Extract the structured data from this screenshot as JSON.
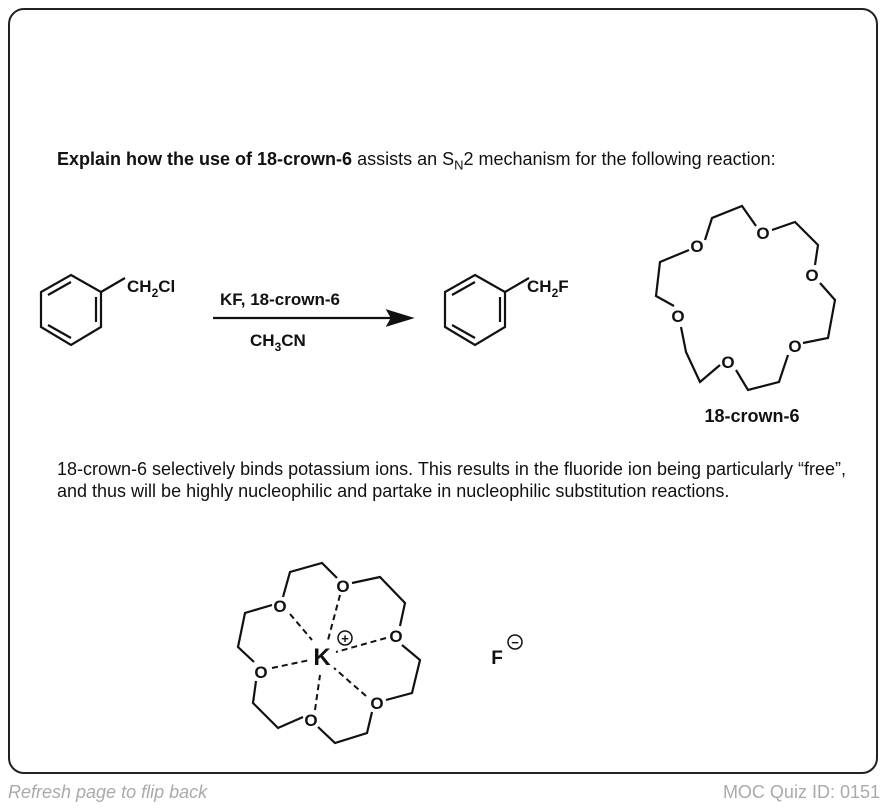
{
  "question": {
    "bold": "Explain how the use of 18-crown-6",
    "pre": " assists an S",
    "sub": "N",
    "post": "2 mechanism for the following reaction:"
  },
  "reaction": {
    "reactant": {
      "a": "CH",
      "b": "2",
      "c": "Cl"
    },
    "reagent1": "KF, 18-crown-6",
    "solvent": {
      "a": "CH",
      "b": "3",
      "c": "CN"
    },
    "product": {
      "a": "CH",
      "b": "2",
      "c": "F"
    },
    "crown_label": "18-crown-6",
    "oxygen": "O"
  },
  "answer": "18-crown-6 selectively binds potassium ions.  This results in the fluoride ion being particularly “free”, and thus will be highly nucleophilic and partake in nucleophilic substitution reactions.",
  "complex": {
    "cation": "K",
    "anion": "F",
    "plus": "+",
    "minus": "−"
  },
  "footer": {
    "left": "Refresh page to flip back",
    "right": "MOC Quiz ID: 0151"
  }
}
